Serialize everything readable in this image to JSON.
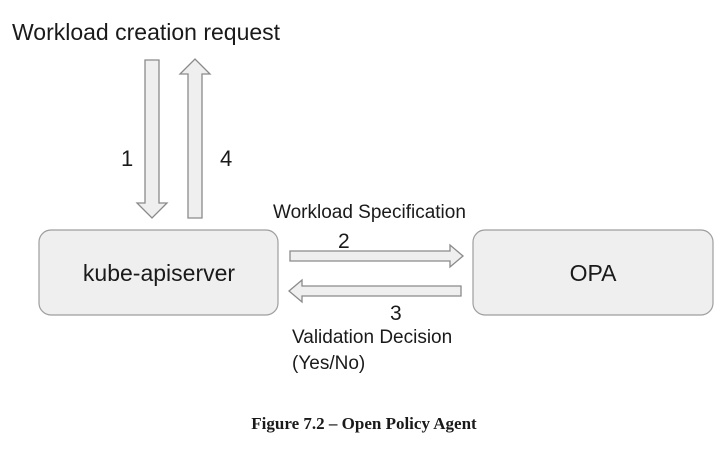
{
  "request_label": "Workload creation request",
  "arrows": {
    "step1": "1",
    "step2": "2",
    "step3": "3",
    "step4": "4"
  },
  "spec_label": "Workload Specification",
  "decision_label_line1": "Validation Decision",
  "decision_label_line2": "(Yes/No)",
  "nodes": {
    "apiserver": "kube-apiserver",
    "opa": "OPA"
  },
  "caption": "Figure 7.2 – Open Policy Agent",
  "colors": {
    "box_fill": "#efefef",
    "box_stroke": "#9e9e9e",
    "arrow_stroke": "#8a8a8a",
    "text": "#1a1a1a"
  }
}
